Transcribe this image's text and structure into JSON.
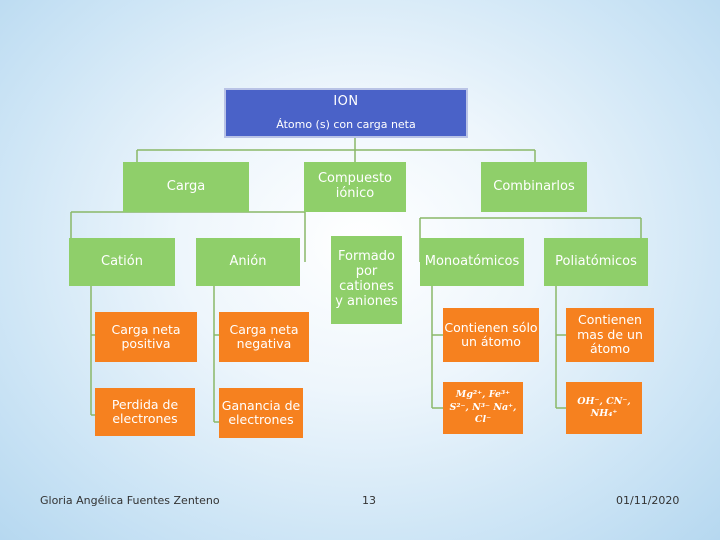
{
  "root": {
    "title": "ION",
    "subtitle": "Átomo (s) con carga neta"
  },
  "level1": {
    "carga": "Carga",
    "compuesto": "Compuesto iónico",
    "combinarlos": "Combinarlos"
  },
  "level2": {
    "cation": "Catión",
    "anion": "Anión",
    "formado": "Formado por cationes y aniones",
    "monoatomicos": "Monoatómicos",
    "poliatomicos": "Poliatómicos"
  },
  "level3": {
    "carga_positiva": "Carga neta positiva",
    "carga_negativa": "Carga neta negativa",
    "contienen_uno": "Contienen sólo un átomo",
    "contienen_mas": "Contienen mas de un átomo"
  },
  "level4": {
    "perdida": "Perdida de electrones",
    "ganancia": "Ganancia de electrones",
    "mono_formulas": "Mg²⁺, Fe³⁺ S²⁻, N³⁻ Na⁺, Cl⁻",
    "poli_formulas": "OH⁻, CN⁻, NH₄⁺"
  },
  "footer": {
    "author": "Gloria Angélica Fuentes Zenteno",
    "page": "13",
    "date": "01/11/2020"
  },
  "colors": {
    "root": "#4a62c8",
    "green": "#8fcf6a",
    "orange": "#f6811f",
    "connector": "#8ab868"
  }
}
